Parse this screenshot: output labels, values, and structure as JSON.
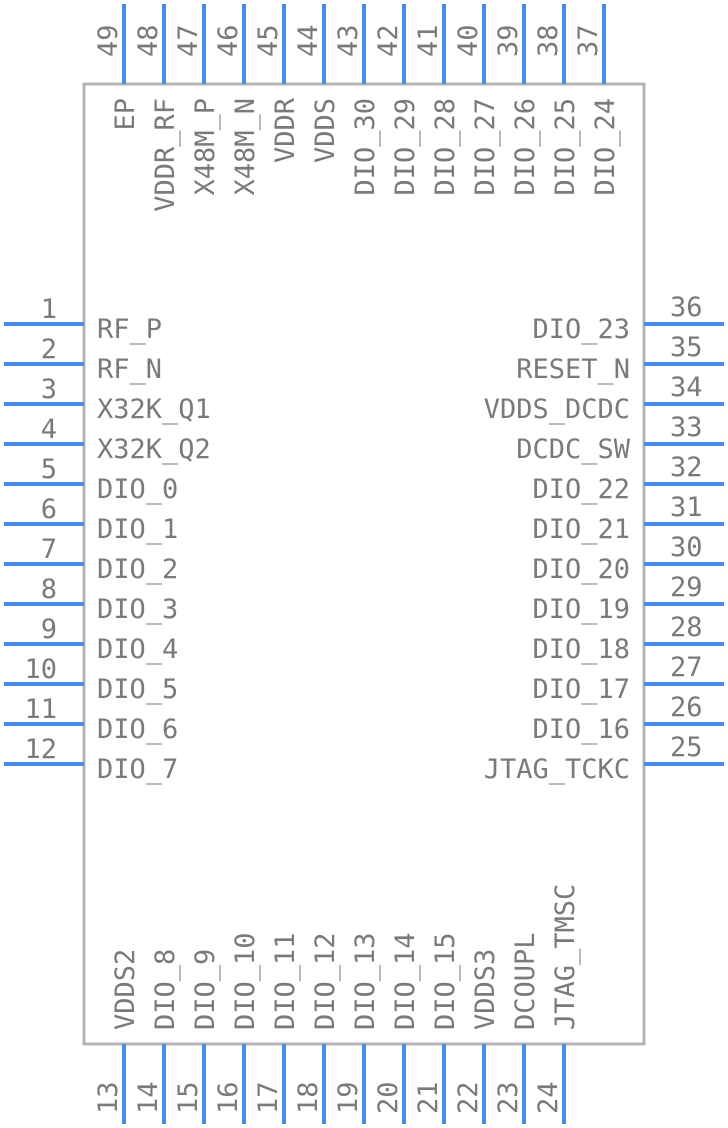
{
  "component": {
    "colors": {
      "pin": "#4a8de8",
      "body_outline": "#b4b4b4",
      "text": "#7a7a7a"
    },
    "pins_left": [
      {
        "num": "1",
        "name": "RF_P"
      },
      {
        "num": "2",
        "name": "RF_N"
      },
      {
        "num": "3",
        "name": "X32K_Q1"
      },
      {
        "num": "4",
        "name": "X32K_Q2"
      },
      {
        "num": "5",
        "name": "DIO_0"
      },
      {
        "num": "6",
        "name": "DIO_1"
      },
      {
        "num": "7",
        "name": "DIO_2"
      },
      {
        "num": "8",
        "name": "DIO_3"
      },
      {
        "num": "9",
        "name": "DIO_4"
      },
      {
        "num": "10",
        "name": "DIO_5"
      },
      {
        "num": "11",
        "name": "DIO_6"
      },
      {
        "num": "12",
        "name": "DIO_7"
      }
    ],
    "pins_bottom": [
      {
        "num": "13",
        "name": "VDDS2"
      },
      {
        "num": "14",
        "name": "DIO_8"
      },
      {
        "num": "15",
        "name": "DIO_9"
      },
      {
        "num": "16",
        "name": "DIO_10"
      },
      {
        "num": "17",
        "name": "DIO_11"
      },
      {
        "num": "18",
        "name": "DIO_12"
      },
      {
        "num": "19",
        "name": "DIO_13"
      },
      {
        "num": "20",
        "name": "DIO_14"
      },
      {
        "num": "21",
        "name": "DIO_15"
      },
      {
        "num": "22",
        "name": "VDDS3"
      },
      {
        "num": "23",
        "name": "DCOUPL"
      },
      {
        "num": "24",
        "name": "JTAG_TMSC"
      }
    ],
    "pins_right": [
      {
        "num": "25",
        "name": "JTAG_TCKC"
      },
      {
        "num": "26",
        "name": "DIO_16"
      },
      {
        "num": "27",
        "name": "DIO_17"
      },
      {
        "num": "28",
        "name": "DIO_18"
      },
      {
        "num": "29",
        "name": "DIO_19"
      },
      {
        "num": "30",
        "name": "DIO_20"
      },
      {
        "num": "31",
        "name": "DIO_21"
      },
      {
        "num": "32",
        "name": "DIO_22"
      },
      {
        "num": "33",
        "name": "DCDC_SW"
      },
      {
        "num": "34",
        "name": "VDDS_DCDC"
      },
      {
        "num": "35",
        "name": "RESET_N"
      },
      {
        "num": "36",
        "name": "DIO_23"
      }
    ],
    "pins_top": [
      {
        "num": "37",
        "name": "DIO_24"
      },
      {
        "num": "38",
        "name": "DIO_25"
      },
      {
        "num": "39",
        "name": "DIO_26"
      },
      {
        "num": "40",
        "name": "DIO_27"
      },
      {
        "num": "41",
        "name": "DIO_28"
      },
      {
        "num": "42",
        "name": "DIO_29"
      },
      {
        "num": "43",
        "name": "DIO_30"
      },
      {
        "num": "44",
        "name": "VDDS"
      },
      {
        "num": "45",
        "name": "VDDR"
      },
      {
        "num": "46",
        "name": "X48M_N"
      },
      {
        "num": "47",
        "name": "X48M_P"
      },
      {
        "num": "48",
        "name": "VDDR_RF"
      },
      {
        "num": "49",
        "name": "EP"
      }
    ]
  }
}
